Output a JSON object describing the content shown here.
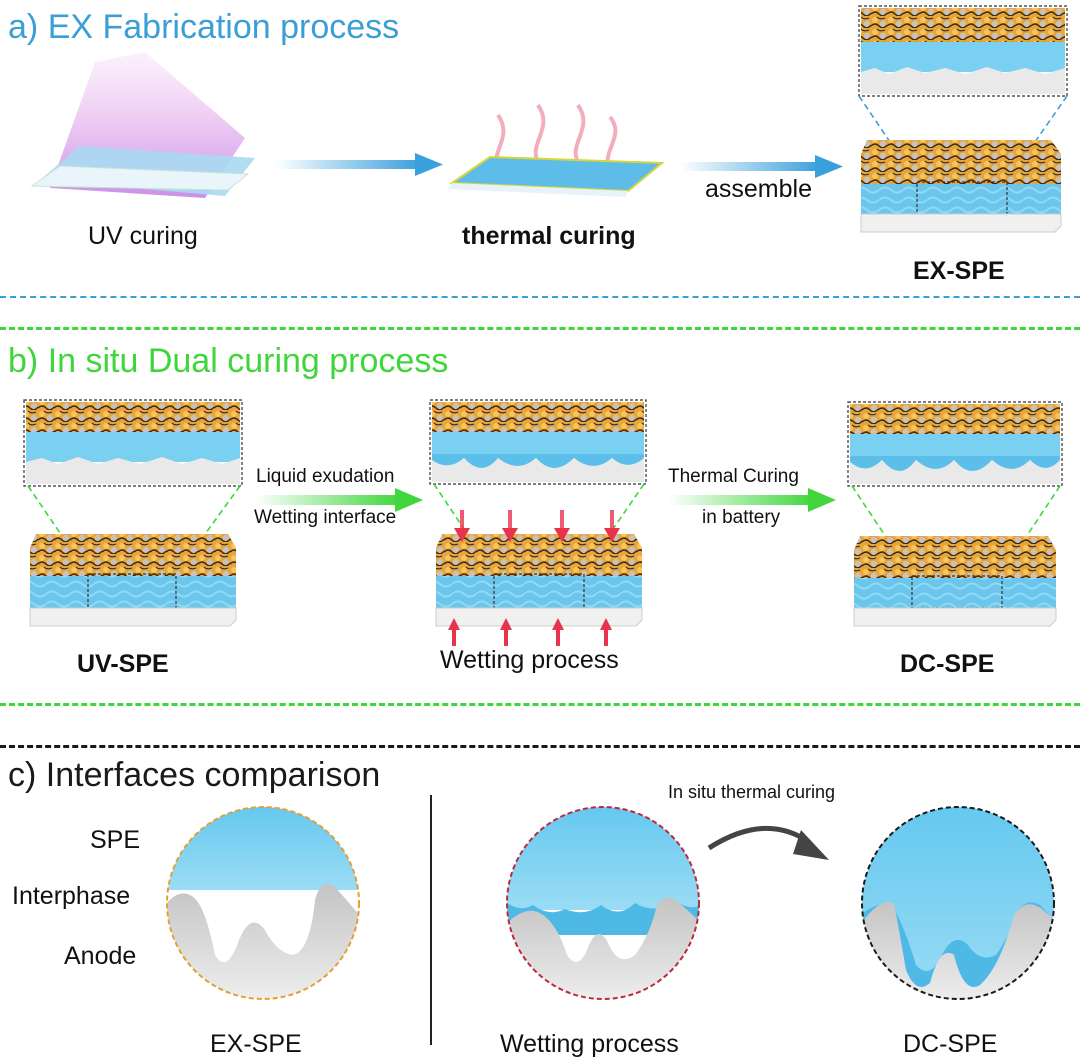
{
  "colors": {
    "section_a": "#3b9fd6",
    "section_b": "#3ed63a",
    "section_c": "#1a1a1a",
    "spe_blue": "#5fc6ea",
    "electrode_orange": "#e3a033",
    "anode_gray": "#d2d2d2",
    "wetting_arrow": "#e8334c"
  },
  "icons": [
    "uv-lamp-icon",
    "heat-waves-icon",
    "gradient-arrow-icon",
    "zoom-lines-icon",
    "curved-arrow-icon"
  ],
  "section_a": {
    "prefix": "a)",
    "title": "EX Fabrication process",
    "uv_label": "UV curing",
    "thermal_label": "thermal curing",
    "assemble_label": "assemble",
    "result_label": "EX-SPE"
  },
  "section_b": {
    "prefix": "b)",
    "title": "In situ Dual curing process",
    "step1_label": "UV-SPE",
    "arrow1_line1": "Liquid exudation",
    "arrow1_line2": "Wetting interface",
    "step2_label": "Wetting process",
    "arrow2_line1": "Thermal Curing",
    "arrow2_line2": "in battery",
    "step3_label": "DC-SPE"
  },
  "section_c": {
    "prefix": "c)",
    "title": "Interfaces comparison",
    "layer_spe": "SPE",
    "layer_interphase": "Interphase",
    "layer_anode": "Anode",
    "circle1_label": "EX-SPE",
    "curve_label": "In situ thermal curing",
    "circle2_label": "Wetting process",
    "circle3_label": "DC-SPE"
  }
}
